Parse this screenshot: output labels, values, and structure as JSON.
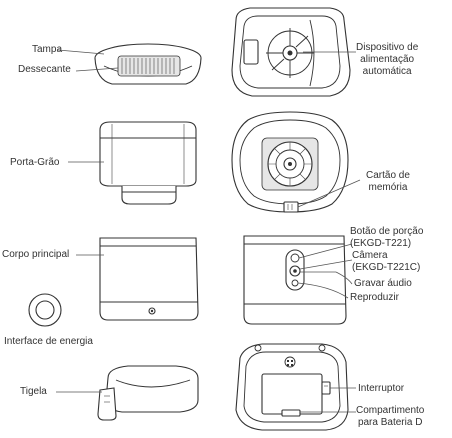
{
  "labels": {
    "tampa": "Tampa",
    "dessecante": "Dessecante",
    "porta_grao": "Porta-Grão",
    "corpo_principal": "Corpo principal",
    "interface_energia": "Interface de energia",
    "tigela": "Tigela",
    "dispositivo": [
      "Dispositivo de",
      "alimentação",
      "automática"
    ],
    "cartao": [
      "Cartão de",
      "memória"
    ],
    "botao_porcao": [
      "Botão de porção",
      "(EKGD-T221)"
    ],
    "camera": [
      "Câmera",
      "(EKGD-T221C)"
    ],
    "gravar_audio": "Gravar áudio",
    "reproduzir": "Reproduzir",
    "interruptor": "Interruptor",
    "compartimento": [
      "Compartimento",
      "para Bateria D"
    ]
  },
  "colors": {
    "line": "#333333",
    "text": "#333333",
    "background": "#ffffff"
  }
}
